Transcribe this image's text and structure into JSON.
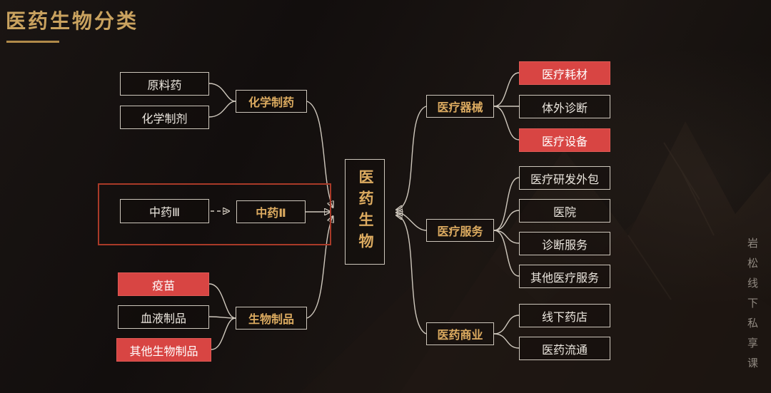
{
  "title": "医药生物分类",
  "watermark": "岩松线下私享课",
  "diagram": {
    "center": {
      "label": "医药生物"
    },
    "left_groups": [
      {
        "parent": {
          "label": "化学制药",
          "emphasis": "gold"
        },
        "children": [
          {
            "label": "原料药",
            "emphasis": "none"
          },
          {
            "label": "化学制剂",
            "emphasis": "none"
          }
        ]
      },
      {
        "parent": {
          "label": "中药Ⅱ",
          "emphasis": "gold"
        },
        "children": [
          {
            "label": "中药Ⅲ",
            "emphasis": "none"
          }
        ],
        "highlighted": true,
        "child_link_style": "dashed"
      },
      {
        "parent": {
          "label": "生物制品",
          "emphasis": "gold"
        },
        "children": [
          {
            "label": "疫苗",
            "emphasis": "red"
          },
          {
            "label": "血液制品",
            "emphasis": "none"
          },
          {
            "label": "其他生物制品",
            "emphasis": "red"
          }
        ]
      }
    ],
    "right_groups": [
      {
        "parent": {
          "label": "医疗器械",
          "emphasis": "gold"
        },
        "children": [
          {
            "label": "医疗耗材",
            "emphasis": "red"
          },
          {
            "label": "体外诊断",
            "emphasis": "none"
          },
          {
            "label": "医疗设备",
            "emphasis": "red"
          }
        ]
      },
      {
        "parent": {
          "label": "医疗服务",
          "emphasis": "gold"
        },
        "children": [
          {
            "label": "医疗研发外包",
            "emphasis": "none"
          },
          {
            "label": "医院",
            "emphasis": "none"
          },
          {
            "label": "诊断服务",
            "emphasis": "none"
          },
          {
            "label": "其他医疗服务",
            "emphasis": "none"
          }
        ]
      },
      {
        "parent": {
          "label": "医药商业",
          "emphasis": "gold"
        },
        "children": [
          {
            "label": "线下药店",
            "emphasis": "none"
          },
          {
            "label": "医药流通",
            "emphasis": "none"
          }
        ]
      }
    ]
  },
  "colors": {
    "accent_gold": "#c9a25f",
    "node_red": "#d84543",
    "highlight_red": "#a93a28",
    "line": "#cfc8bd"
  }
}
